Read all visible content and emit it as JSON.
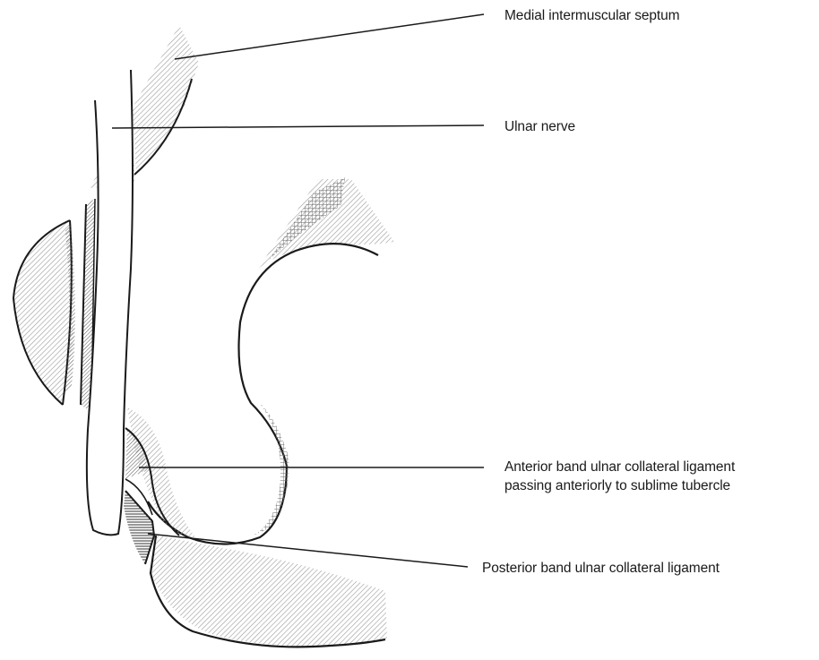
{
  "labels": {
    "septum": "Medial intermuscular septum",
    "ulnar_nerve": "Ulnar nerve",
    "anterior_line1": "Anterior band ulnar collateral ligament",
    "anterior_line2": "passing anteriorly to sublime tubercle",
    "posterior": "Posterior band ulnar collateral ligament"
  },
  "colors": {
    "ink": "#1a1a1a",
    "hatch": "#9a9a9a"
  }
}
